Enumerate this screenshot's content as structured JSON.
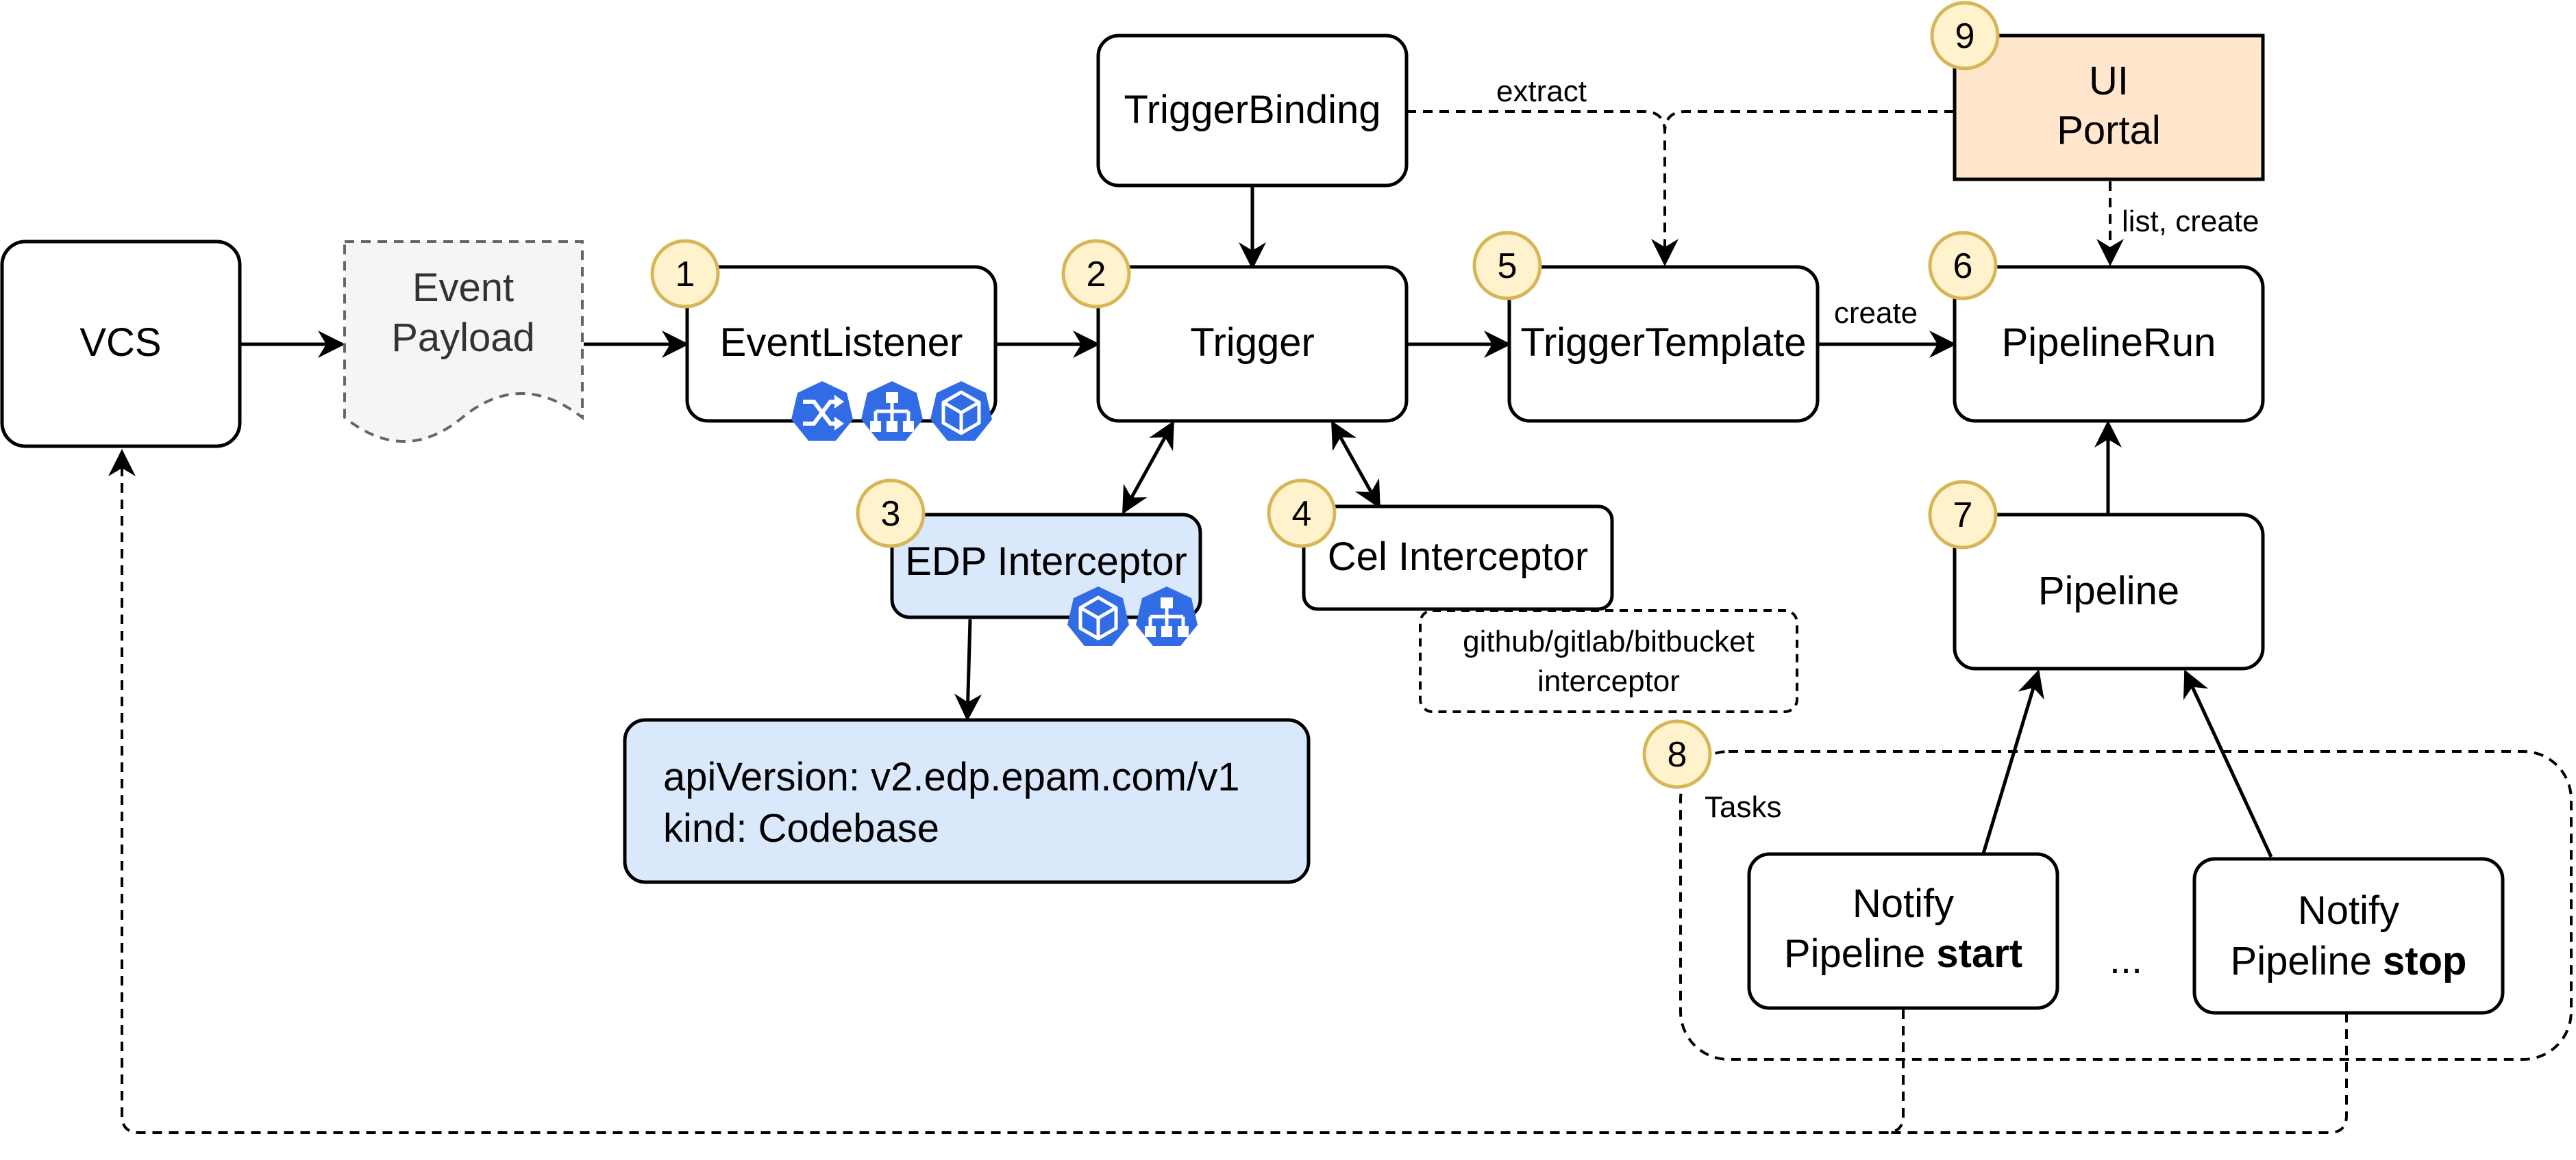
{
  "nodes": {
    "vcs": {
      "label": "VCS"
    },
    "event_payload": {
      "line1": "Event",
      "line2": "Payload"
    },
    "event_listener": {
      "label": "EventListener"
    },
    "trigger_binding": {
      "label": "TriggerBinding"
    },
    "trigger": {
      "label": "Trigger"
    },
    "trigger_template": {
      "label": "TriggerTemplate"
    },
    "ui_portal": {
      "line1": "UI",
      "line2": "Portal"
    },
    "pipeline_run": {
      "label": "PipelineRun"
    },
    "edp_interceptor": {
      "label": "EDP Interceptor"
    },
    "cel_interceptor": {
      "label": "Cel Interceptor"
    },
    "vcs_interceptor": {
      "line1": "github/gitlab/bitbucket",
      "line2": "interceptor"
    },
    "codebase": {
      "line1": "apiVersion: v2.edp.epam.com/v1",
      "line2": "kind: Codebase"
    },
    "pipeline": {
      "label": "Pipeline"
    },
    "tasks": {
      "label": "Tasks",
      "ellipsis": "..."
    },
    "notify_start": {
      "line1": "Notify",
      "line2_prefix": "Pipeline ",
      "line2_bold": "start"
    },
    "notify_stop": {
      "line1": "Notify",
      "line2_prefix": "Pipeline ",
      "line2_bold": "stop"
    }
  },
  "edges": {
    "extract": "extract",
    "create": "create",
    "list_create": "list, create"
  },
  "badges": [
    "1",
    "2",
    "3",
    "4",
    "5",
    "6",
    "7",
    "8",
    "9"
  ],
  "icons": {
    "event_listener": [
      "shuffle-icon",
      "network-tree-icon",
      "cube-icon"
    ],
    "edp_interceptor": [
      "cube-icon",
      "network-tree-icon"
    ]
  },
  "colors": {
    "badge_fill": "#FFF2CC",
    "badge_stroke": "#D6B656",
    "icon_blue": "#326CE5",
    "edp_fill": "#DAE8FC",
    "portal_fill": "#FFE6CC",
    "payload_fill": "#F5F5F5"
  }
}
